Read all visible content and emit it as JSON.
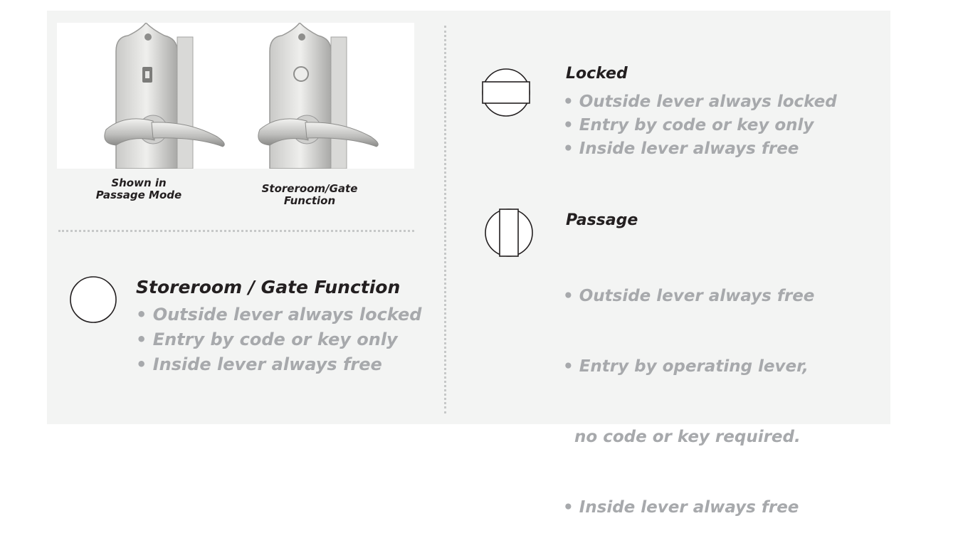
{
  "photo": {
    "captions": [
      "Shown in\nPassage Mode",
      "Storeroom/Gate\nFunction"
    ]
  },
  "modes": {
    "locked": {
      "icon": "thumbturn-horizontal-icon",
      "title": "Locked",
      "items": [
        "• Outside lever always locked",
        "• Entry by code or key only",
        "• Inside lever always free"
      ]
    },
    "passage": {
      "icon": "thumbturn-vertical-icon",
      "title": "Passage",
      "items": [
        "• Outside lever always free",
        "• Entry by operating lever,",
        "  no code or key required.",
        "• Inside lever always free"
      ]
    },
    "storeroom": {
      "icon": "blank-circle-icon",
      "title": "Storeroom / Gate Function",
      "items": [
        "• Outside lever always locked",
        "• Entry by code or key only",
        "• Inside lever always free"
      ]
    }
  },
  "colors": {
    "panel": "#f3f4f3",
    "title_text": "#231f20",
    "item_text": "#a7a9ac",
    "dots": "#c6c8c8"
  }
}
